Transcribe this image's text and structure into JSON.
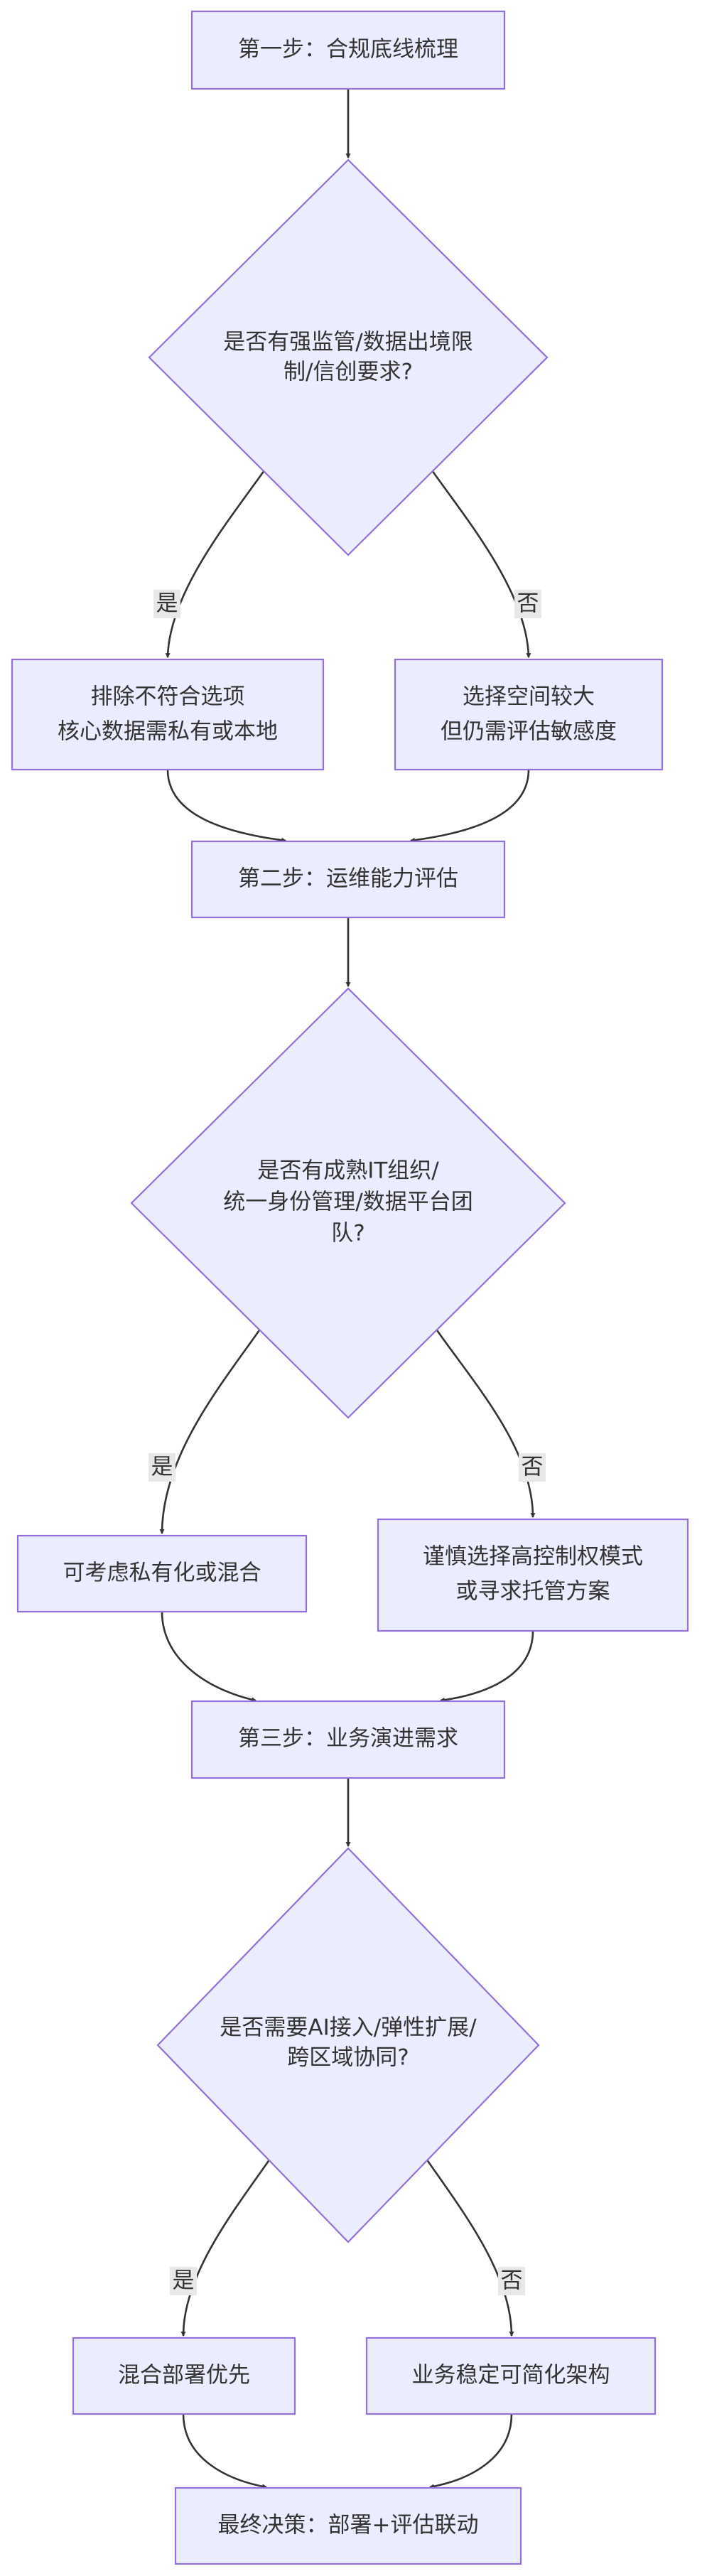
{
  "nodes": {
    "step1": "第一步：合规底线梳理",
    "decision1": [
      "是否有强监管/数据出境限",
      "制/信创要求?"
    ],
    "yes1": [
      "排除不符合选项",
      "核心数据需私有或本地"
    ],
    "no1": [
      "选择空间较大",
      "但仍需评估敏感度"
    ],
    "step2": "第二步：运维能力评估",
    "decision2": [
      "是否有成熟IT组织/",
      "统一身份管理/数据平台团",
      "队?"
    ],
    "yes2": "可考虑私有化或混合",
    "no2": [
      "谨慎选择高控制权模式",
      "或寻求托管方案"
    ],
    "step3": "第三步：业务演进需求",
    "decision3": [
      "是否需要AI接入/弹性扩展/",
      "跨区域协同?"
    ],
    "yes3": "混合部署优先",
    "no3": "业务稳定可简化架构",
    "final": "最终决策：部署+评估联动"
  },
  "edge_labels": {
    "yes": "是",
    "no": "否"
  },
  "colors": {
    "node_fill": "#ECECFF",
    "node_stroke": "#9370DB",
    "edge": "#333333",
    "label_bg": "#e8e8e8"
  }
}
